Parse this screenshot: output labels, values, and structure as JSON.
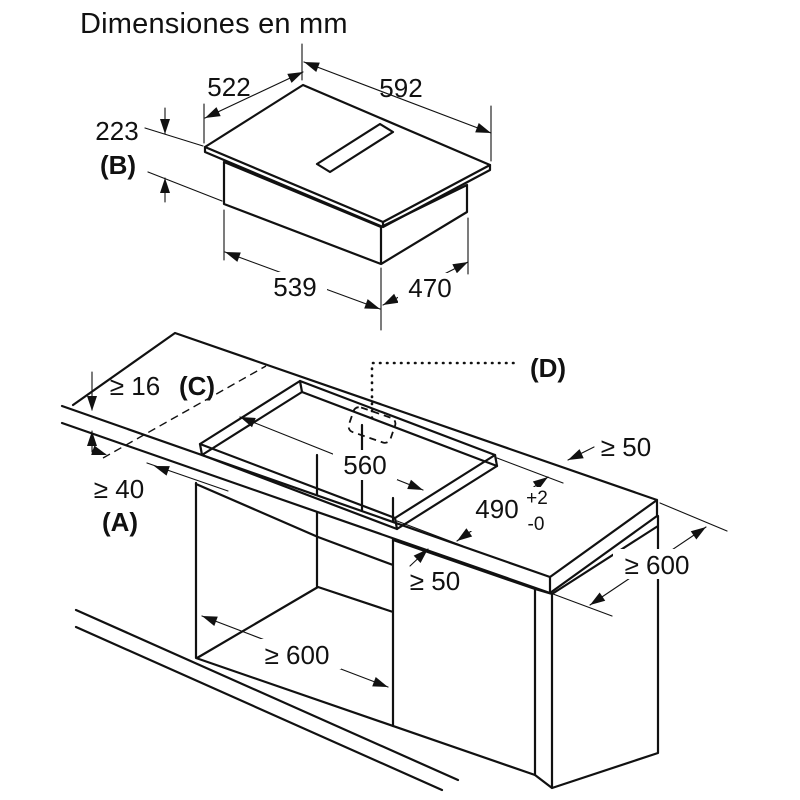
{
  "title": "Dimensiones en mm",
  "hob_view": {
    "top_depth": "522",
    "top_width": "592",
    "height": "223",
    "height_ref": "(B)",
    "body_width": "539",
    "body_depth": "470"
  },
  "install_view": {
    "worktop_thickness": "≥ 16",
    "worktop_thickness_ref": "(C)",
    "rear_clearance": "≥ 40",
    "rear_clearance_ref": "(A)",
    "cutout_width": "560",
    "cutout_depth": "490",
    "cutout_depth_tol_plus": "+2",
    "cutout_depth_tol_minus": "-0",
    "side_clearance_right": "≥ 50",
    "clearance_below": "≥ 50",
    "worktop_depth_min": "≥ 600",
    "cabinet_width_min": "≥ 600",
    "detail_ref": "(D)"
  }
}
